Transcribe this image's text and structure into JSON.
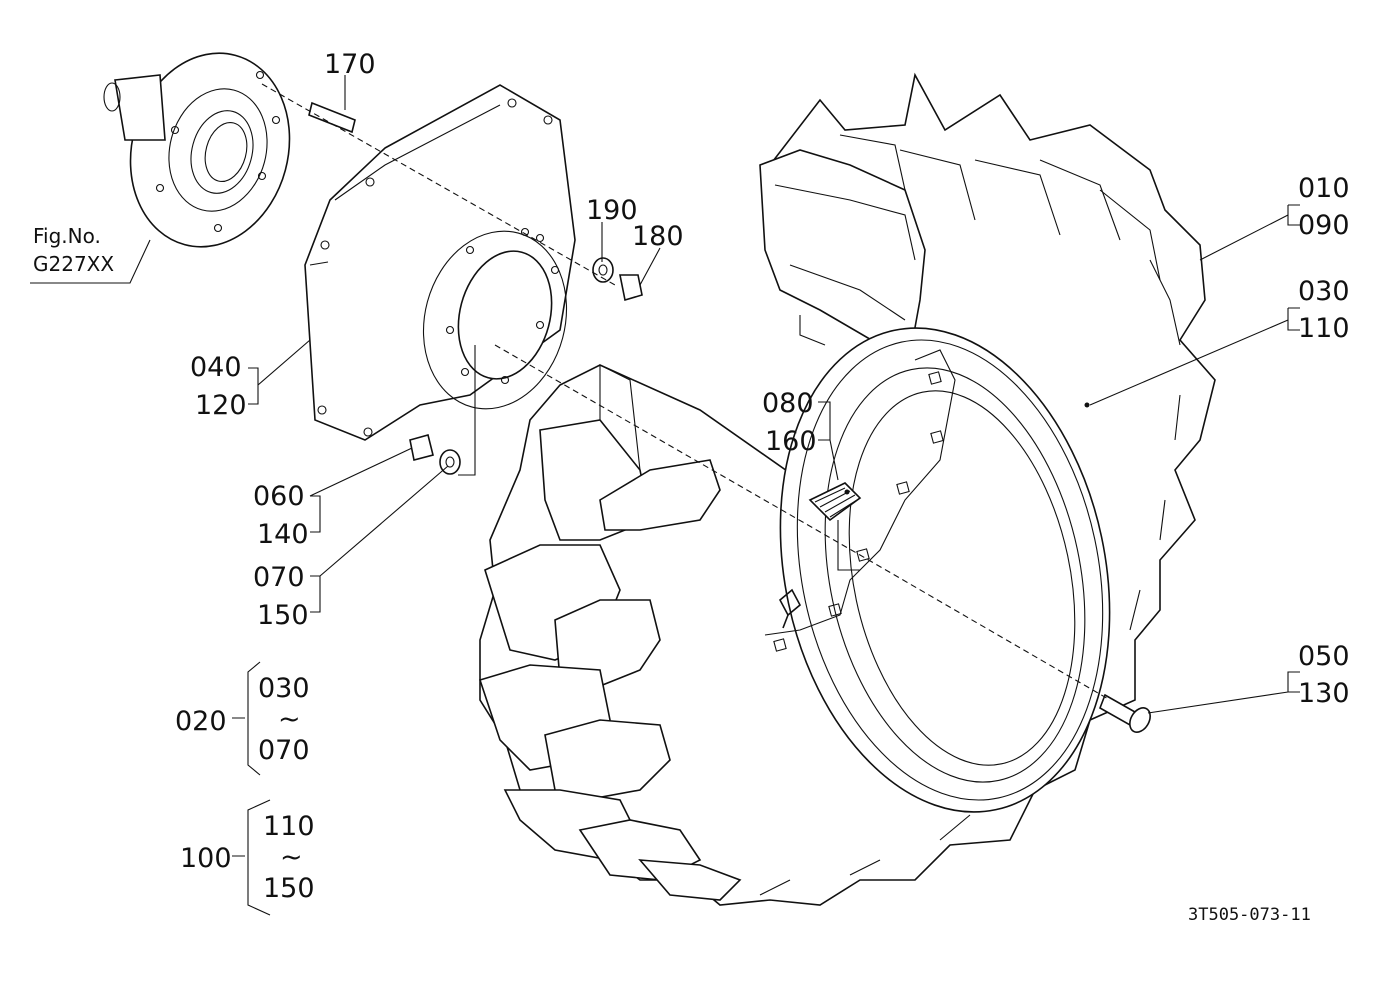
{
  "figure_ref": {
    "line1": "Fig.No.",
    "line2": "G227XX"
  },
  "parts": {
    "p170": "170",
    "p190": "190",
    "p180": "180",
    "p010": "010",
    "p090": "090",
    "p030": "030",
    "p110": "110",
    "p040": "040",
    "p120": "120",
    "p080": "080",
    "p160": "160",
    "p060": "060",
    "p140": "140",
    "p070": "070",
    "p150": "150",
    "p050": "050",
    "p130": "130"
  },
  "assemblies": [
    {
      "id": "020",
      "from": "030",
      "sep": "~",
      "to": "070"
    },
    {
      "id": "100",
      "from": "110",
      "sep": "~",
      "to": "150"
    }
  ],
  "drawing_number": "3T505-073-11"
}
